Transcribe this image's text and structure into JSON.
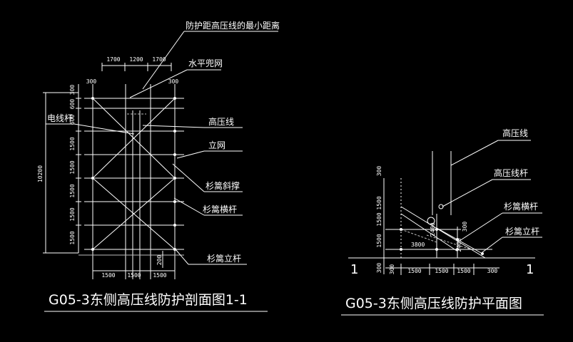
{
  "left_view": {
    "title": "G05-3东侧高压线防护剖面图1-1",
    "labels": {
      "min_distance": "防护距高压线的最小距离",
      "safety_net": "水平兜网",
      "pole": "电线杆",
      "hv_line": "高压线",
      "vertical_net": "立网",
      "brace": "杉篙斜撑",
      "ledger": "杉篙横杆",
      "upright": "杉篙立杆"
    },
    "top_dims": [
      "1700",
      "1200",
      "1700"
    ],
    "top_edge_dims": [
      "300",
      "300"
    ],
    "left_vert_dims": [
      "300",
      "600",
      "600",
      "1500",
      "1500",
      "1500",
      "1500",
      "1500"
    ],
    "total_height": "10200",
    "right_dim": "200",
    "bottom_dims": [
      "1500",
      "1500",
      "1500"
    ]
  },
  "right_view": {
    "title": "G05-3东侧高压线防护平面图",
    "labels": {
      "hv_line": "高压线",
      "pole": "高压线杆",
      "ledger": "杉篙横杆",
      "upright": "杉篙立杆"
    },
    "left_vert_dims": [
      "300",
      "1500",
      "1500",
      "1500",
      "300"
    ],
    "inner_dims": [
      "3800",
      "2400",
      "2400",
      "300"
    ],
    "bottom_dims": [
      "300",
      "1500",
      "1500",
      "1500",
      "300"
    ],
    "section_marks": [
      "1",
      "1"
    ]
  }
}
